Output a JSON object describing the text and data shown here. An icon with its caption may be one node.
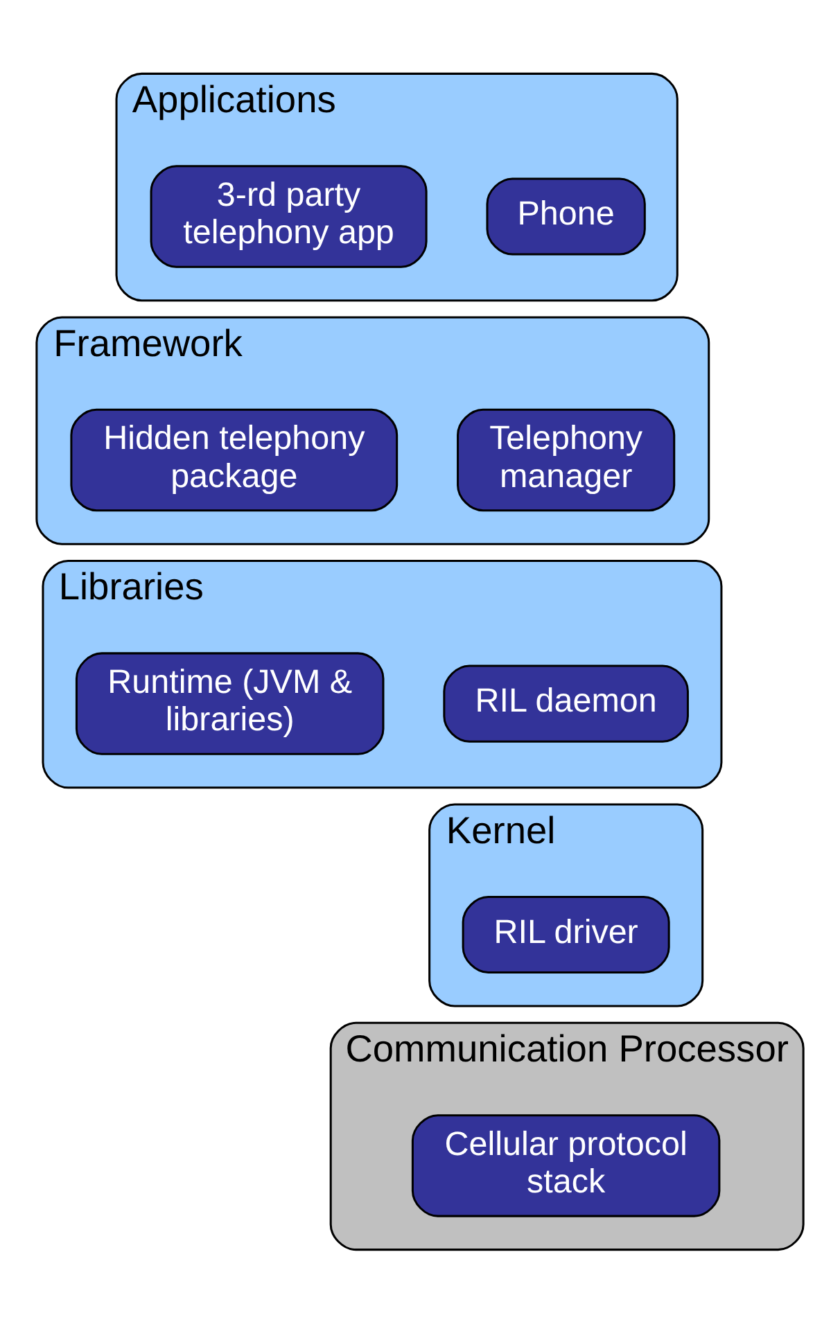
{
  "diagram": {
    "nodes": [
      {
        "text": [
          "Applications"
        ]
      },
      {
        "text": [
          "Phone"
        ],
        "in": 0
      },
      {
        "text": [
          "3-rd party telephony app"
        ],
        "in": 0
      },
      {
        "text": [
          "Framework"
        ]
      },
      {
        "text": [
          "Telephony manager"
        ],
        "in": 3
      },
      {
        "text": [
          "Hidden telephony package"
        ],
        "in": 3
      },
      {
        "text": [
          "Libraries"
        ]
      },
      {
        "text": [
          "RIL daemon"
        ],
        "in": 6
      },
      {
        "text": [
          "Runtime (JVM & libraries)"
        ],
        "in": 6
      },
      {
        "text": [
          "Kernel"
        ]
      },
      {
        "text": [
          "RIL driver"
        ],
        "in": 9
      },
      {
        "text": [
          "Communication Processor"
        ]
      },
      {
        "text": [
          "Cellular protocol stack"
        ],
        "in": 11
      }
    ],
    "edges": []
  }
}
